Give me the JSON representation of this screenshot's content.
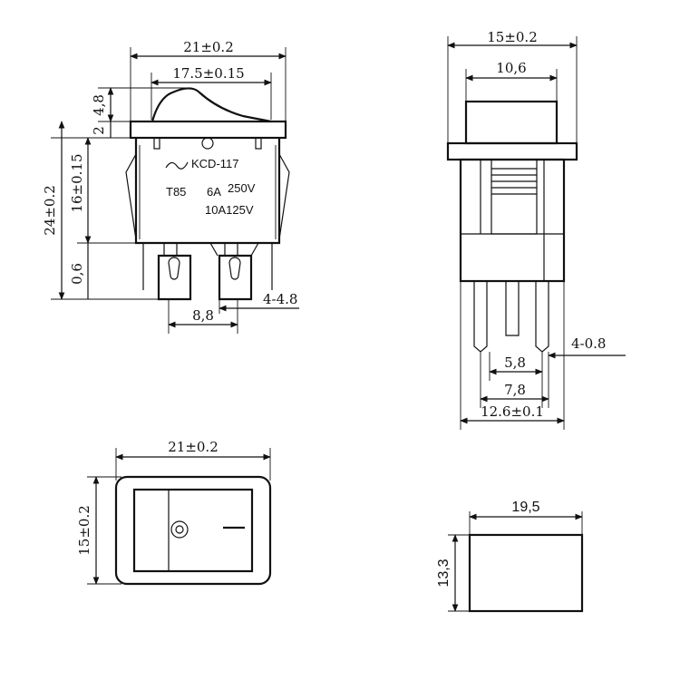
{
  "front_view": {
    "dim_overall_width": "21±0.2",
    "dim_rocker_width": "17.5±0.15",
    "dim_rocker_height": "4,8",
    "dim_bezel_height": "2",
    "dim_total_height": "24±0.2",
    "dim_body_height": "16±0.15",
    "dim_lower": "0,6",
    "dim_terminal_pitch": "8,8",
    "dim_terminal_width": "4-4.8",
    "label_brand": "KCD-117",
    "label_temp": "T85",
    "label_rating_1_amp": "6A",
    "label_rating_1_volt": "250V",
    "label_rating_2": "10A125V"
  },
  "side_view": {
    "dim_overall_width": "15±0.2",
    "dim_rocker_width": "10,6",
    "dim_pin_width": "4-0.8",
    "dim_inner_pitch": "5,8",
    "dim_mid_pitch": "7,8",
    "dim_outer_width": "12.6±0.1"
  },
  "top_view": {
    "dim_width": "21±0.2",
    "dim_height": "15±0.2"
  },
  "cutout": {
    "dim_width": "19,5",
    "dim_height": "13,3"
  }
}
